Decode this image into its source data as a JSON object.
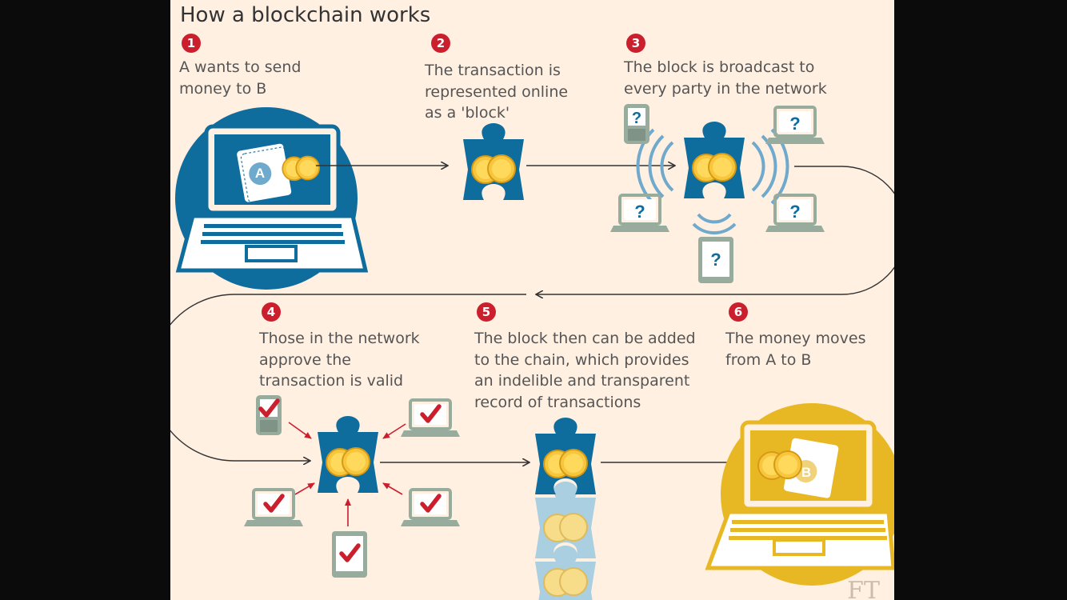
{
  "title": "How a blockchain works",
  "steps": [
    {
      "number": "1",
      "text": "A wants to send money to B"
    },
    {
      "number": "2",
      "text": "The transaction is represented online as a 'block'"
    },
    {
      "number": "3",
      "text": "The block is broadcast to every party in the network"
    },
    {
      "number": "4",
      "text": "Those in the network approve the transaction is valid"
    },
    {
      "number": "5",
      "text": "The block then can be added to the chain, which provides an indelible and transparent record of transactions"
    },
    {
      "number": "6",
      "text": "The money moves from A to B"
    }
  ],
  "wallets": {
    "a": "A",
    "b": "B"
  },
  "unknown_mark": "?",
  "check_mark": "✔",
  "credit": "FT",
  "colors": {
    "background": "#fff0e2",
    "blue": "#0f6d9e",
    "gold": "#e8b824",
    "step_red": "#cc1f2d",
    "device_grey": "#98ac9e"
  }
}
